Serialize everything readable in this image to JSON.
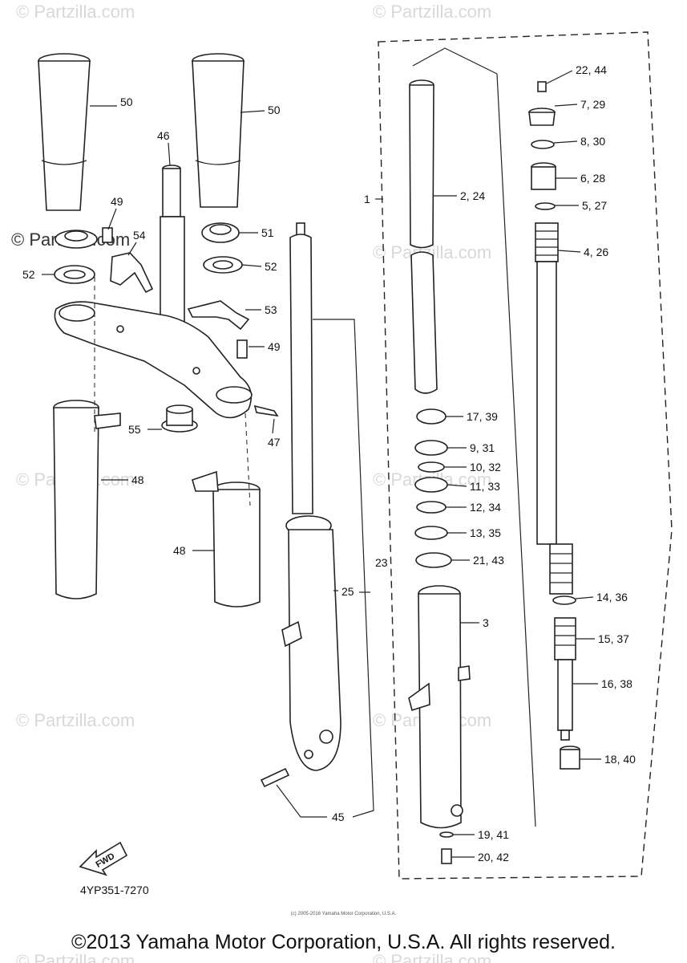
{
  "watermark": "© Partzilla.com",
  "diagram_code": "4YP351-7270",
  "fwd_label": "FWD",
  "copyright_small": "(c) 2005-2016 Yamaha Motor Corporation, U.S.A.",
  "copyright": "©2013 Yamaha Motor Corporation, U.S.A. All rights reserved.",
  "callouts": {
    "c50a": "50",
    "c50b": "50",
    "c46": "46",
    "c49a": "49",
    "c54": "54",
    "c51": "51",
    "c52a": "52",
    "c52b": "52",
    "c53": "53",
    "c49b": "49",
    "c55": "55",
    "c47": "47",
    "c48a": "48",
    "c48b": "48",
    "c23": "23",
    "c25": "25",
    "c45": "45",
    "c1": "1",
    "c2": "2, 24",
    "c17": "17, 39",
    "c9": "9, 31",
    "c10": "10, 32",
    "c11": "11, 33",
    "c12": "12, 34",
    "c13": "13, 35",
    "c21": "21, 43",
    "c3": "3",
    "c19": "19, 41",
    "c20": "20, 42",
    "c22": "22, 44",
    "c7": "7, 29",
    "c8": "8, 30",
    "c6": "6, 28",
    "c5": "5, 27",
    "c4": "4, 26",
    "c14": "14, 36",
    "c15": "15, 37",
    "c16": "16, 38",
    "c18": "18, 40"
  }
}
